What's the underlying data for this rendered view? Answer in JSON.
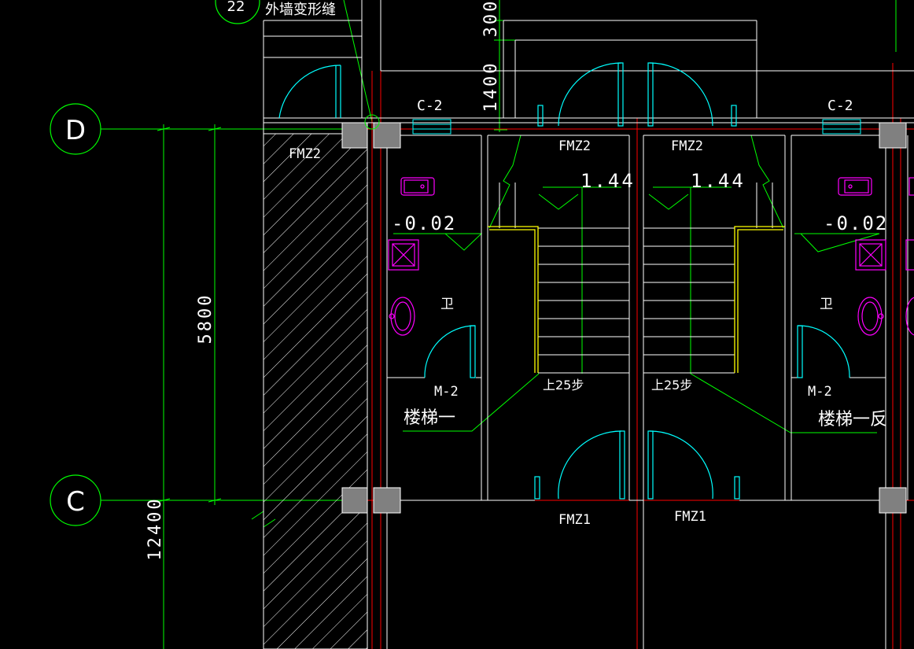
{
  "drawing": {
    "grid_axes": {
      "top": "D",
      "bottom": "C",
      "partial": "22"
    },
    "dimensions": {
      "span_dc": "5800",
      "overall": "12400",
      "upper_a": "300",
      "upper_b": "1400"
    },
    "note_expansion_joint": "外墙变形缝",
    "windows": {
      "left": "C-2",
      "right": "C-2"
    },
    "fire_doors": {
      "fmz2_left_wall": "FMZ2",
      "fmz2_stair_left": "FMZ2",
      "fmz2_stair_right": "FMZ2",
      "fmz1_left": "FMZ1",
      "fmz1_right": "FMZ1"
    },
    "levels": {
      "bath_left": "-0.02",
      "bath_right": "-0.02",
      "landing_left": "1.44",
      "landing_right": "1.44"
    },
    "rooms": {
      "bath_left": "卫",
      "bath_right": "卫"
    },
    "doors": {
      "m2_left": "M-2",
      "m2_right": "M-2"
    },
    "stairs": {
      "up_left": "上25步",
      "up_right": "上25步",
      "name_left": "楼梯一",
      "name_right": "楼梯一反"
    },
    "colors": {
      "grid_line": "#00ff00",
      "axis_red": "#ff0000",
      "door_cyan": "#00ffff",
      "fixture_magenta": "#ff00ff",
      "stair_yellow": "#ffff00",
      "wall_white": "#ffffff",
      "column_gray": "#808080"
    }
  }
}
